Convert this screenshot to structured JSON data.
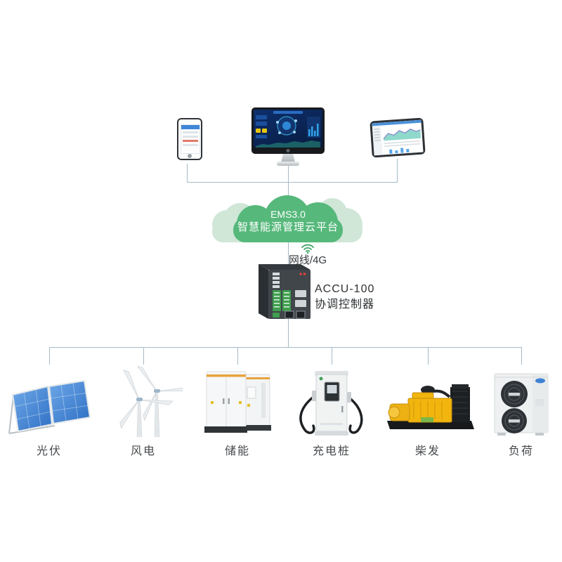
{
  "colors": {
    "line-color": "#a5bac6",
    "cloud-green": "#56b87b",
    "cloud-light": "#d0e6d7",
    "wifi-green": "#3fa766",
    "text-dark": "#35383b",
    "label-color": "#46494c",
    "accent-orange": "#e8a33d",
    "panel-blue": "#3c7ed2",
    "screen-blue": "#0d2a5e",
    "diesel-yellow": "#f2b50e"
  },
  "cloud": {
    "line1": "EMS3.0",
    "line2": "智慧能源管理云平台"
  },
  "connection": {
    "label": "网线/4G",
    "icon": "wifi-icon"
  },
  "controller": {
    "model": "ACCU-100",
    "name": "协调控制器"
  },
  "nodes": [
    {
      "id": "solar",
      "label": "光伏"
    },
    {
      "id": "wind",
      "label": "风电"
    },
    {
      "id": "storage",
      "label": "储能"
    },
    {
      "id": "charging-pile",
      "label": "充电桩"
    },
    {
      "id": "diesel",
      "label": "柴发"
    },
    {
      "id": "load",
      "label": "负荷"
    }
  ]
}
